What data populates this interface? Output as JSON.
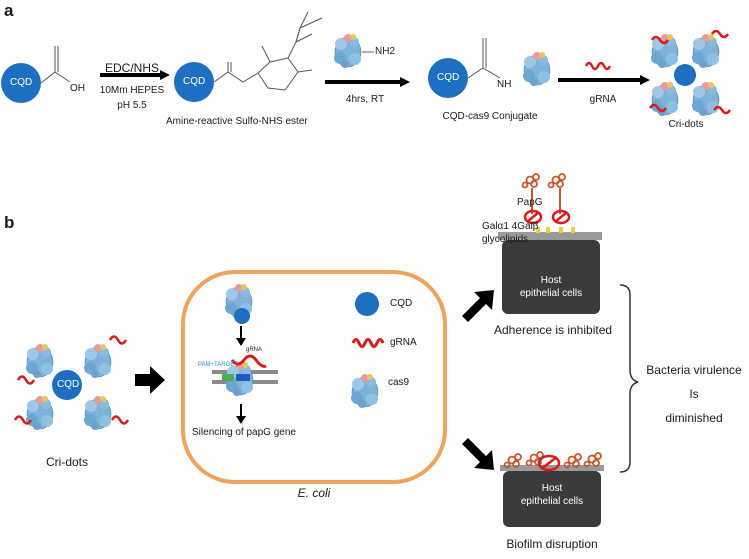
{
  "panel_a": {
    "label": "a",
    "cqd": "CQD",
    "oh": "OH",
    "step1_reagent": "EDC/NHS",
    "step1_buffer": "10Mm HEPES",
    "step1_ph": "pH 5.5",
    "intermediate_label": "Amine-reactive Sulfo-NHS ester",
    "nh2": "NH2",
    "step2_condition": "4hrs, RT",
    "nh": "NH",
    "conjugate_label": "CQD-cas9 Conjugate",
    "step3_reagent": "gRNA",
    "product_label": "Cri-dots"
  },
  "panel_b": {
    "label": "b",
    "cri_dots_cqd": "CQD",
    "cri_dots_label": "Cri-dots",
    "grna_small": "gRNA",
    "pam_target": "PAM+TARGET",
    "silencing": "Silencing of papG gene",
    "ecoli": "E. coli",
    "legend_cqd": "CQD",
    "legend_grna": "gRNA",
    "legend_cas9": "cas9",
    "papg": "PapG",
    "galactose": "Galα1  4Galβ",
    "glycolipids": "glycolipids",
    "host_top_1": "Host",
    "host_top_2": "epithelial cells",
    "adherence": "Adherence is inhibited",
    "host_bottom_1": "Host",
    "host_bottom_2": "epithelial cells",
    "biofilm": "Biofilm disruption",
    "outcome_1": "Bacteria virulence",
    "outcome_2": "Is",
    "outcome_3": "diminished"
  },
  "colors": {
    "cqd_blue": "#1e6fc1",
    "grna_red": "#d81a1a",
    "cas9_blue": "#7fb2d8",
    "cas9_pink": "#e99a9a",
    "host_cell": "#3b3b3b",
    "ecoli_border": "#f0a35c",
    "bacteria_orange": "#c8582a",
    "receptor_yellow": "#e8d23a"
  }
}
